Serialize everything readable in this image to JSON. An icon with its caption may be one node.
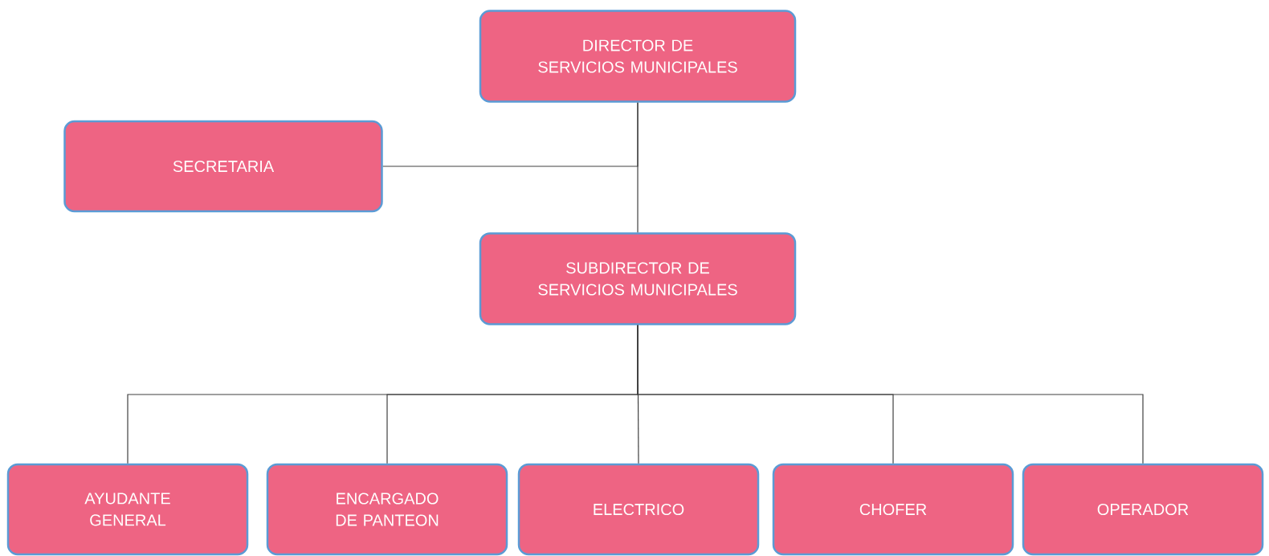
{
  "diagram": {
    "nodes": [
      {
        "text": [
          "DIRECTOR DE SERVICIOS MUNICIPALES"
        ]
      },
      {
        "text": [
          "SECRETARIA"
        ]
      },
      {
        "text": [
          "SUBDIRECTOR DE SERVICIOS MUNICIPALES"
        ]
      },
      {
        "text": [
          "AYUDANTE GENERAL"
        ]
      },
      {
        "text": [
          "ENCARGADO DE PANTEON"
        ]
      },
      {
        "text": [
          "ELECTRICO"
        ]
      },
      {
        "text": [
          "CHOFER"
        ]
      },
      {
        "text": [
          "OPERADOR"
        ]
      }
    ],
    "edges": [
      {
        "from": 0,
        "to": 1,
        "arrow": "none"
      },
      {
        "from": 0,
        "to": 2,
        "arrow": "none"
      },
      {
        "from": 2,
        "to": 3,
        "arrow": "none"
      },
      {
        "from": 2,
        "to": 4,
        "arrow": "none"
      },
      {
        "from": 2,
        "to": 5,
        "arrow": "none"
      },
      {
        "from": 2,
        "to": 6,
        "arrow": "none"
      },
      {
        "from": 2,
        "to": 7,
        "arrow": "none"
      }
    ]
  }
}
